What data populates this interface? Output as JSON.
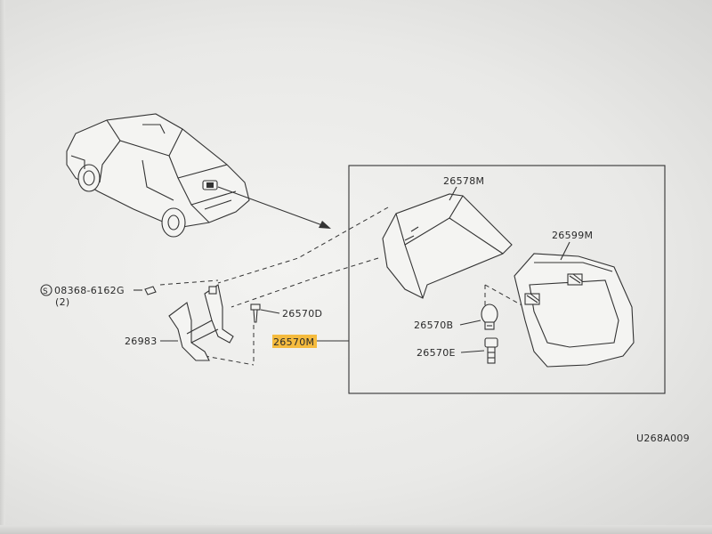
{
  "diagram": {
    "code": "U268A009",
    "parts": {
      "cover": "26578M",
      "lamp_body": "26599M",
      "bulb": "26570B",
      "socket": "26570E",
      "screw": "26570D",
      "lamp_assembly": "26570M",
      "bracket": "26983",
      "bolt": "08368-6162G",
      "bolt_qty": "(2)",
      "bolt_prefix": "S"
    },
    "colors": {
      "highlight": "#f5b52a",
      "ink": "#333333"
    }
  }
}
